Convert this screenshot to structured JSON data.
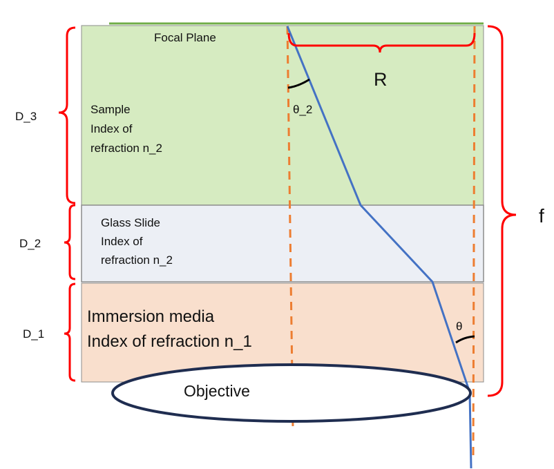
{
  "layers": {
    "sample": {
      "label_line1": "Sample",
      "label_line2": "Index of",
      "label_line3": "refraction n_2",
      "color": "#d6ebc1"
    },
    "glass": {
      "label_line1": "Glass Slide",
      "label_line2": "Index of",
      "label_line3": "refraction n_2",
      "color": "#eceff5"
    },
    "immersion": {
      "label_line1": "Immersion media",
      "label_line2": "Index of refraction n_1",
      "color": "#f9dfcd"
    }
  },
  "focal_plane": {
    "label": "Focal Plane",
    "color": "#70ad47"
  },
  "objective": {
    "label": "Objective",
    "outline_color": "#1f2d50"
  },
  "dimensions": {
    "d3": "D_3",
    "d2": "D_2",
    "d1": "D_1",
    "f": "f",
    "r": "R"
  },
  "angles": {
    "theta2": "θ_2",
    "theta": "θ"
  },
  "colors": {
    "brace": "#ff0000",
    "ray": "#4472c4",
    "dashed": "#ed7d31",
    "layer_border": "#8c8c8c"
  }
}
